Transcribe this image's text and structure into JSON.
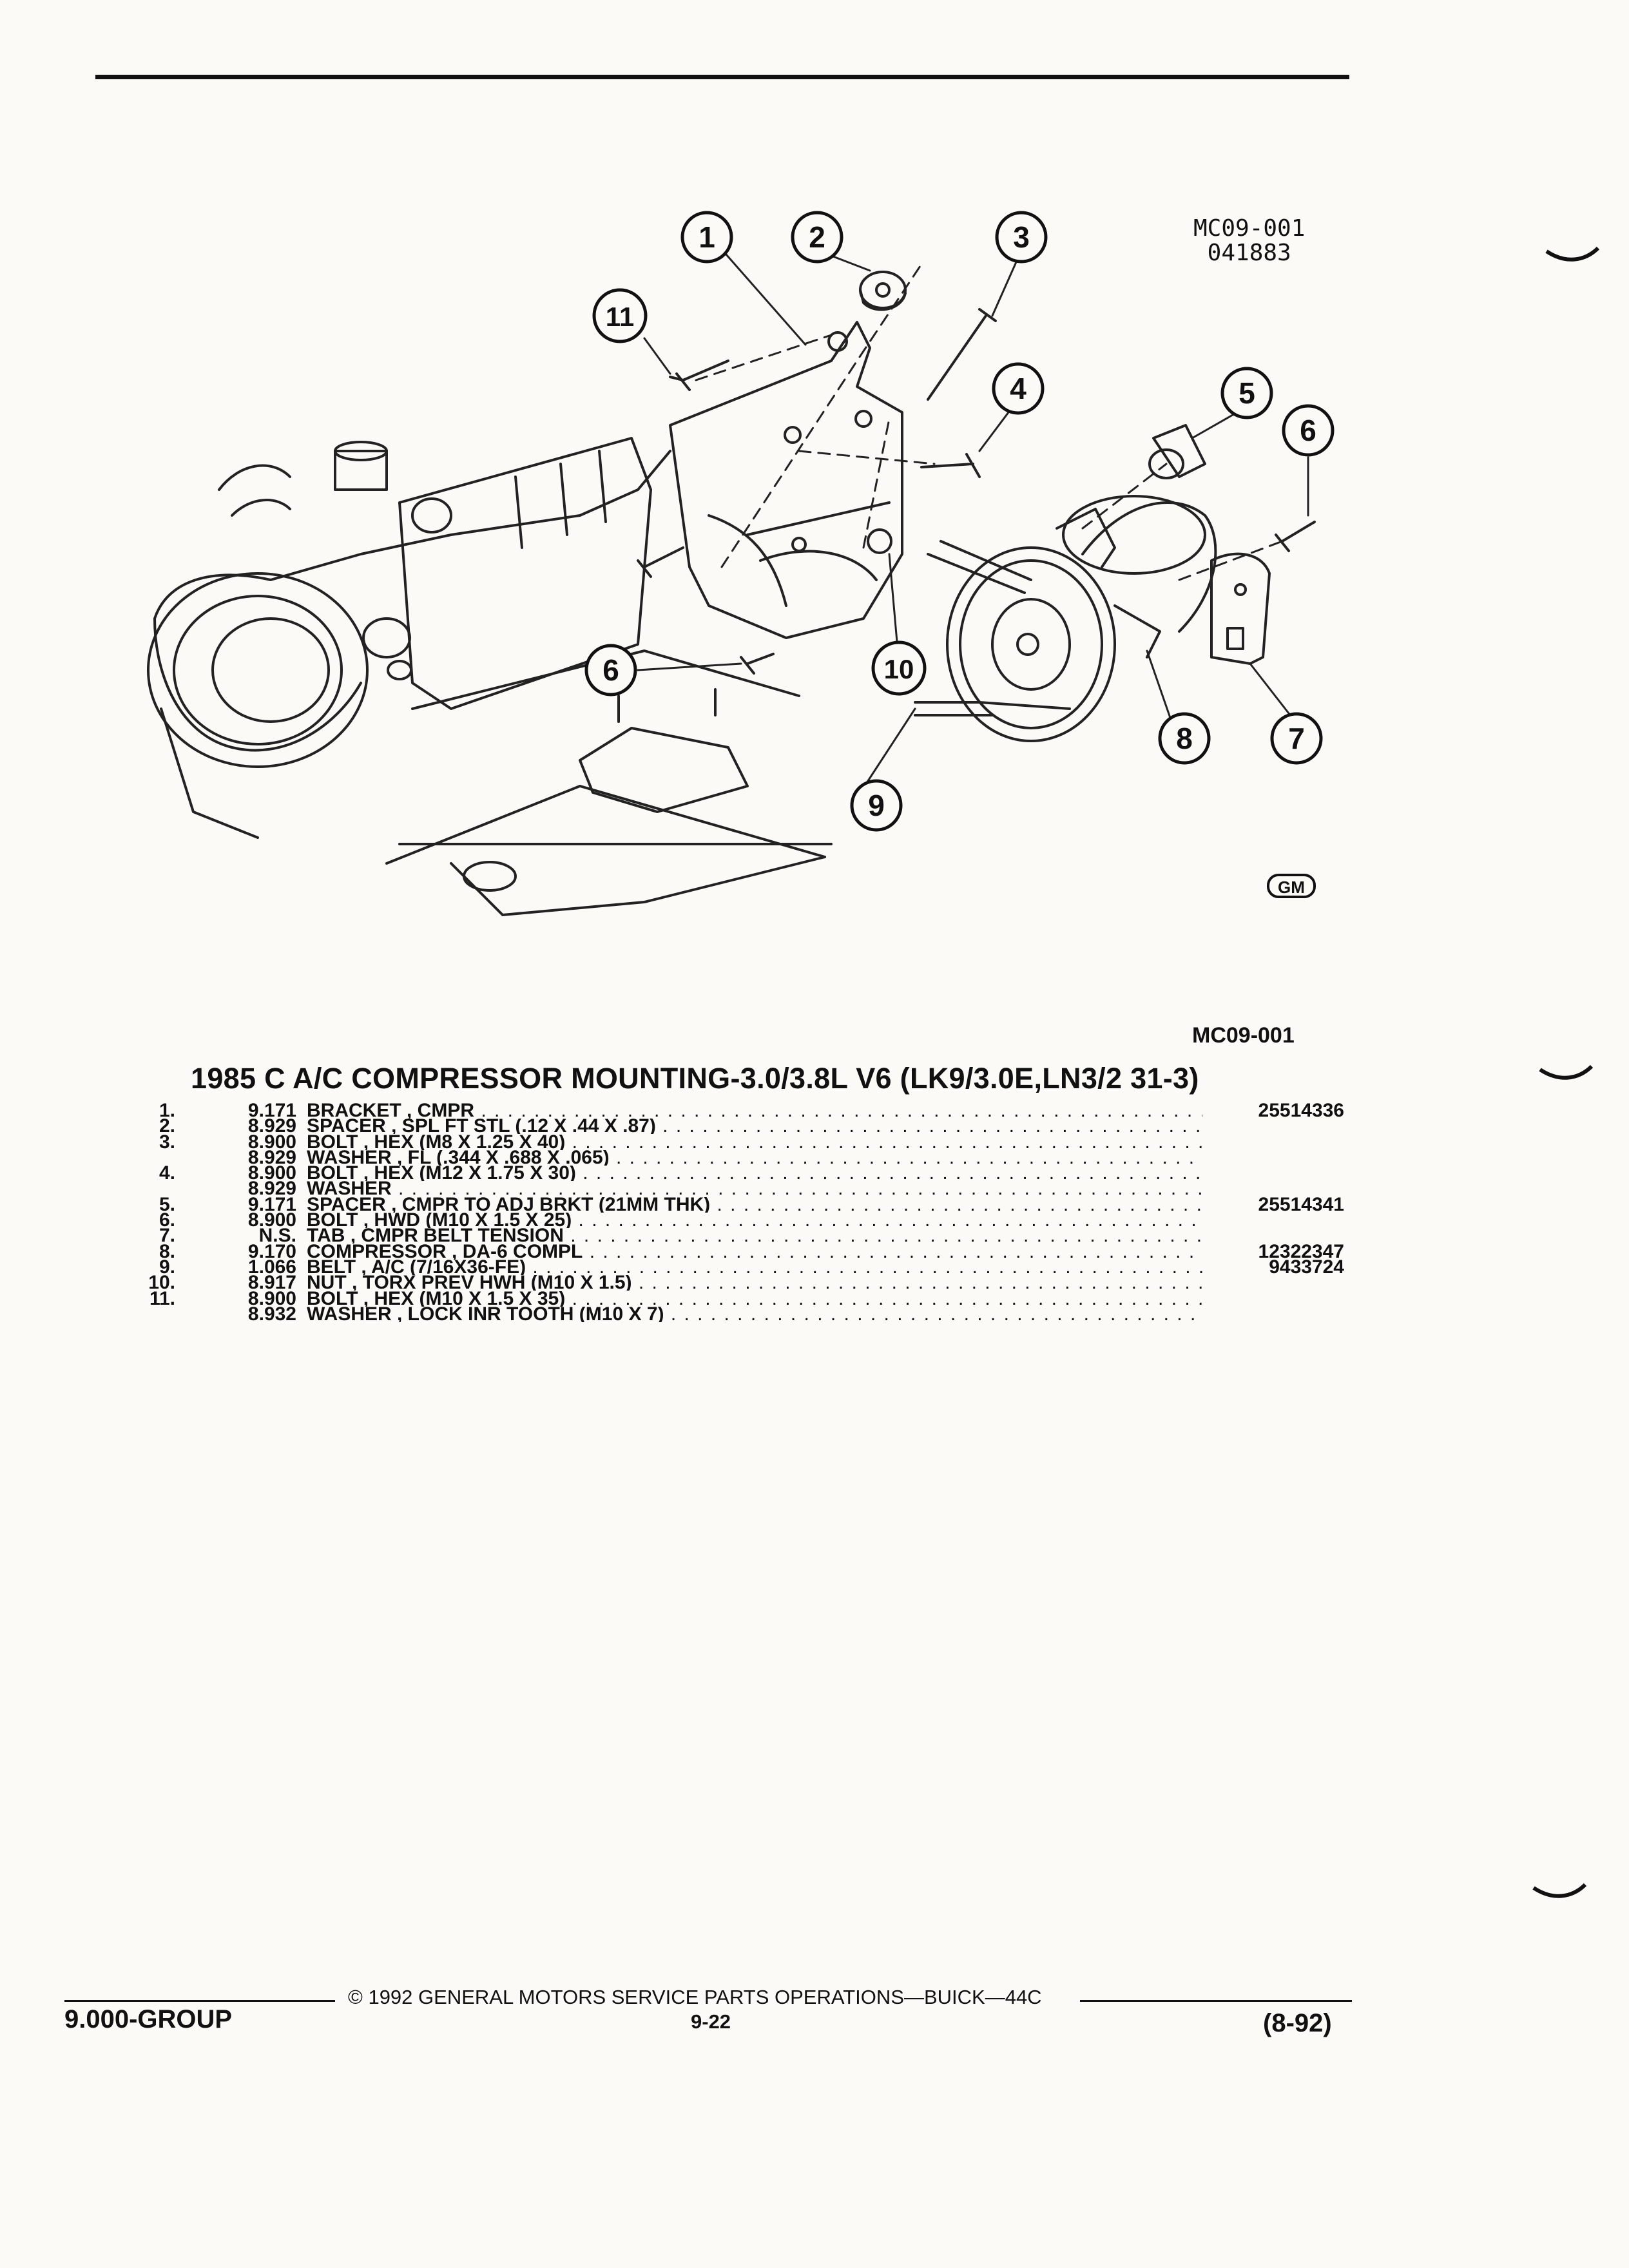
{
  "header": {
    "ref_code": "MC09-001",
    "ref_date": "041883"
  },
  "diagram": {
    "callouts": [
      "1",
      "2",
      "3",
      "4",
      "5",
      "6",
      "6",
      "7",
      "8",
      "9",
      "10",
      "11"
    ],
    "code": "MC09-001",
    "logo_text": "GM"
  },
  "title": "1985 C A/C COMPRESSOR MOUNTING-3.0/3.8L V6 (LK9/3.0E,LN3/2 31-3)",
  "parts": [
    {
      "num": "1.",
      "group": "9.171",
      "desc": "BRACKET , CMPR",
      "part": "25514336"
    },
    {
      "num": "2.",
      "group": "8.929",
      "desc": "SPACER , SPL FT STL (.12 X .44 X .87)",
      "part": ""
    },
    {
      "num": "3.",
      "group": "8.900",
      "desc": "BOLT , HEX (M8 X 1.25 X 40)",
      "part": ""
    },
    {
      "num": "",
      "group": "8.929",
      "desc": "WASHER , FL (.344 X .688 X .065)",
      "part": ""
    },
    {
      "num": "4.",
      "group": "8.900",
      "desc": "BOLT , HEX (M12 X 1.75 X 30)",
      "part": ""
    },
    {
      "num": "",
      "group": "8.929",
      "desc": "WASHER",
      "part": ""
    },
    {
      "num": "5.",
      "group": "9.171",
      "desc": "SPACER , CMPR TO ADJ BRKT (21MM THK)",
      "part": "25514341"
    },
    {
      "num": "6.",
      "group": "8.900",
      "desc": "BOLT , HWD (M10 X 1.5 X 25)",
      "part": ""
    },
    {
      "num": "7.",
      "group": "N.S.",
      "desc": "TAB , CMPR BELT TENSION",
      "part": ""
    },
    {
      "num": "8.",
      "group": "9.170",
      "desc": "COMPRESSOR , DA-6 COMPL",
      "part": "12322347"
    },
    {
      "num": "9.",
      "group": "1.066",
      "desc": "BELT , A/C (7/16X36-FE)",
      "part": "9433724"
    },
    {
      "num": "10.",
      "group": "8.917",
      "desc": "NUT , TORX PREV HWH (M10 X 1.5)",
      "part": ""
    },
    {
      "num": "11.",
      "group": "8.900",
      "desc": "BOLT , HEX (M10 X 1.5 X 35)",
      "part": ""
    },
    {
      "num": "",
      "group": "8.932",
      "desc": "WASHER , LOCK INR TOOTH (M10 X 7)",
      "part": ""
    }
  ],
  "footer": {
    "copyright": "© 1992 GENERAL MOTORS SERVICE PARTS OPERATIONS—BUICK—44C",
    "group": "9.000-GROUP",
    "page": "9-22",
    "date": "(8-92)"
  }
}
